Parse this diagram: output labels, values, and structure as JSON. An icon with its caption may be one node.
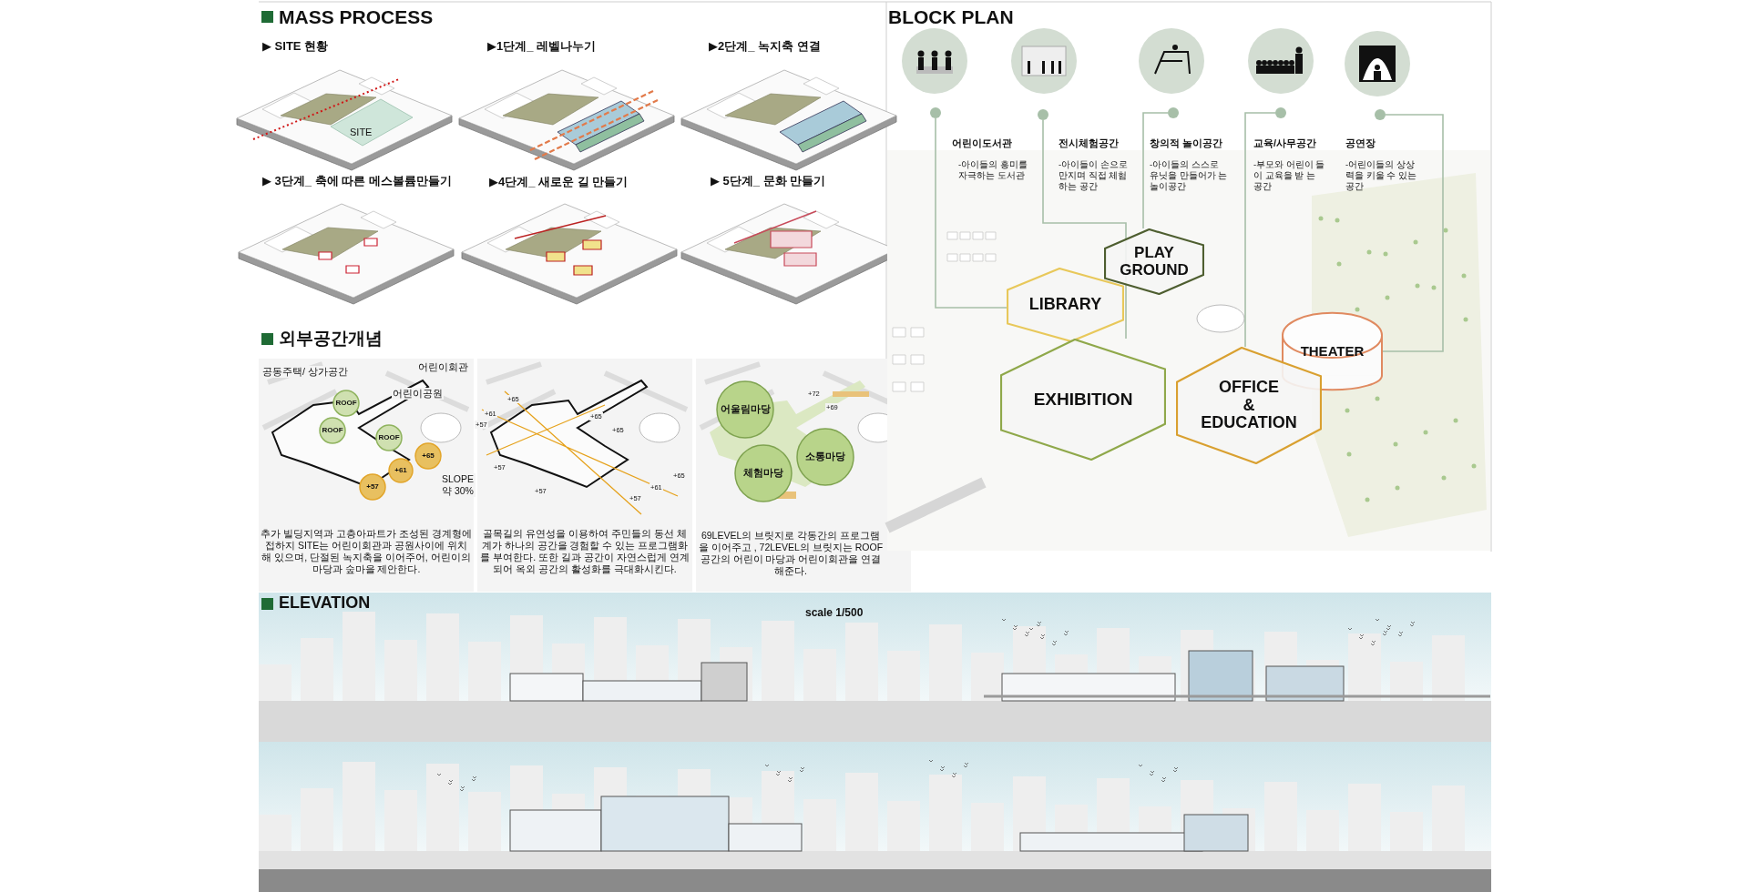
{
  "diagram": {
    "nodes": [
      {
        "text": [],
        "shape": "circle",
        "beside": [
          "어린이도서관",
          "-아이들의 흥미를 자극하는 도서관"
        ]
      },
      {
        "text": [],
        "shape": "circle",
        "beside": [
          "전시체험공간",
          "-아이들이 손으로 만지며 직접 체험 하는 공간"
        ]
      },
      {
        "text": [],
        "shape": "circle",
        "beside": [
          "창의적 놀이공간",
          "-아이들의 스스로 유닛을 만들어가 는 놀이공간"
        ]
      },
      {
        "text": [],
        "shape": "circle",
        "beside": [
          "교육/사무공간",
          "-부모와 어린이 들이 교육을 받 는 공간"
        ]
      },
      {
        "text": [],
        "shape": "circle",
        "beside": [
          "공연장",
          "-어린이들의 상상 력을 키울 수 있는 공간"
        ]
      },
      {
        "text": [
          "PLAY GROUND"
        ]
      },
      {
        "text": [
          "LIBRARY"
        ]
      },
      {
        "text": [
          "THEATER"
        ]
      },
      {
        "text": [
          "EXHIBITION"
        ]
      },
      {
        "text": [
          "OFFICE & EDUCATION"
        ]
      },
      {
        "text": [
          "ROOF"
        ]
      },
      {
        "text": [
          "ROOF"
        ]
      },
      {
        "text": [
          "ROOF"
        ]
      },
      {
        "text": [
          "+65"
        ]
      },
      {
        "text": [
          "+61"
        ]
      },
      {
        "text": [
          "+57"
        ]
      },
      {
        "text": [
          "어울림마당"
        ]
      },
      {
        "text": [
          "체험마당"
        ]
      },
      {
        "text": [
          "소통마당"
        ]
      }
    ],
    "edges": [
      {
        "from": 0,
        "to": 6,
        "arrow": "none"
      },
      {
        "from": 1,
        "to": 8,
        "arrow": "none"
      },
      {
        "from": 2,
        "to": 5,
        "arrow": "none"
      },
      {
        "from": 3,
        "to": 9,
        "arrow": "none"
      },
      {
        "from": 4,
        "to": 7,
        "arrow": "none"
      }
    ],
    "labels": [
      "MASS PROCESS",
      "▶ SITE 현황",
      "▶1단계_ 레벨나누기",
      "▶2단계_ 녹지축 연결",
      "▶ 3단계_ 축에 따른 메스볼륨만들기",
      "▶4단계_ 새로운 길 만들기",
      "▶ 5단계_ 문화 만들기",
      "SITE",
      "외부공간개념",
      "공동주택/ 상가공간",
      "어린이회관",
      "어린이공원",
      "SLOPE 약 30%",
      "추가 빌딩지역과 고층아파트가 조성된 경계형에 접하지 SITE는 어린이회관과 공원사이에 위치해 있으며, 단절된 녹지축을 이어주어, 어린이의 마당과 숲마을 제안한다.",
      "+65",
      "+61",
      "+57",
      "+65",
      "+65",
      "+57",
      "+57",
      "+65",
      "+61",
      "+57",
      "골목길의 유연성을 이용하여 주민들의 동선 체계가 하나의 공간을 경험할 수 있는 프로그램화를 부여한다. 또한 길과 공간이 자연스럽게 연계되어 옥외 공간의 활성화를 극대화시킨다.",
      "+72",
      "+69",
      "69LEVEL의 브릿지로 각동간의 프로그램을 이어주고 , 72LEVEL의 브릿지는 ROOF 공간의 어린이 마당과 어린이회관을 연결해준다.",
      "BLOCK PLAN",
      "ELEVATION",
      "scale 1/500"
    ]
  }
}
